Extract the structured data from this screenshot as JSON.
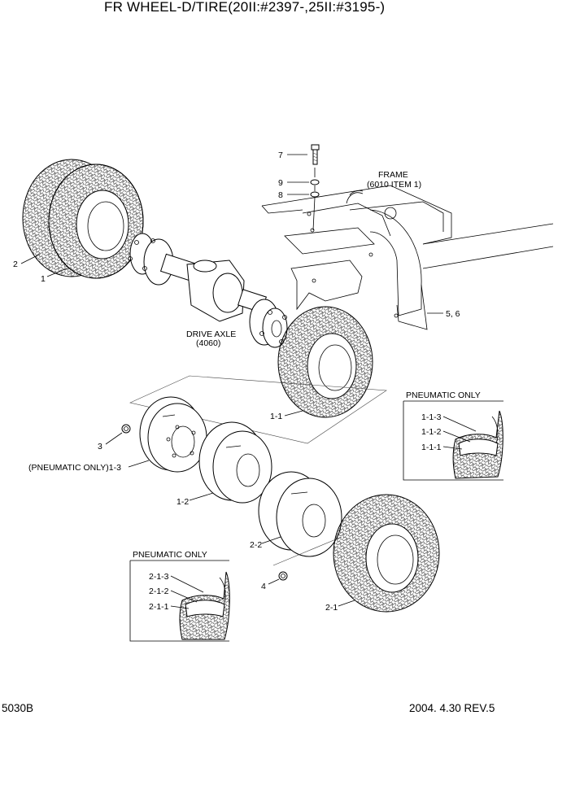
{
  "title": "FR WHEEL-D/TIRE(20II:#2397-,25II:#3195-)",
  "footer": {
    "code": "5030B",
    "revision": "2004. 4.30 REV.5"
  },
  "callouts": {
    "c1": "1",
    "c2": "2",
    "c3": "3",
    "c4": "4",
    "c7": "7",
    "c8": "8",
    "c9": "9",
    "c56": "5, 6",
    "c1_1": "1-1",
    "c1_2": "1-2",
    "c1_3": "(PNEUMATIC ONLY)1-3",
    "c2_1": "2-1",
    "c2_2": "2-2"
  },
  "frame_label": {
    "line1": "FRAME",
    "line2": "(6010 ITEM 1)"
  },
  "axle_label": {
    "line1": "DRIVE AXLE",
    "line2": "(4060)"
  },
  "inset_1": {
    "title": "PNEUMATIC ONLY",
    "items": [
      "1-1-3",
      "1-1-2",
      "1-1-1"
    ]
  },
  "inset_2": {
    "title": "PNEUMATIC ONLY",
    "items": [
      "2-1-3",
      "2-1-2",
      "2-1-1"
    ]
  }
}
